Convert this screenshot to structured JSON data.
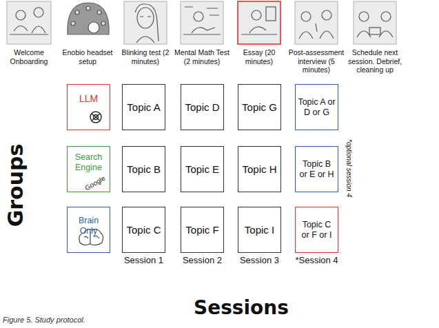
{
  "diagram": {
    "caption": "Figure 5. Study protocol.",
    "nodes": [
      {
        "text": [
          "LLM"
        ]
      },
      {
        "text": [
          "Topic A"
        ]
      },
      {
        "text": [
          "Topic D"
        ]
      },
      {
        "text": [
          "Topic G"
        ]
      },
      {
        "text": [
          "Topic A or D or G"
        ]
      },
      {
        "text": [
          "Search Engine",
          "Google"
        ]
      },
      {
        "text": [
          "Topic B"
        ]
      },
      {
        "text": [
          "Topic E"
        ]
      },
      {
        "text": [
          "Topic H"
        ]
      },
      {
        "text": [
          "Topic B or E or H"
        ]
      },
      {
        "text": [
          "Brain Only"
        ]
      },
      {
        "text": [
          "Topic C"
        ]
      },
      {
        "text": [
          "Topic F"
        ]
      },
      {
        "text": [
          "Topic I"
        ]
      },
      {
        "text": [
          "Topic C or F or I"
        ]
      }
    ],
    "labels": [
      "Welcome Onboarding",
      "Enobio headset setup",
      "Blinking test (2 minutes)",
      "Mental Math Test (2 minutes)",
      "Essay (20 minutes)",
      "Post-assessment interview (5 minutes)",
      "Schedule next session. Debrief, cleaning up",
      "Groups",
      "Session 1",
      "Session 2",
      "Session 3",
      "*Session 4",
      "Sessions",
      "*optional session 4"
    ]
  }
}
